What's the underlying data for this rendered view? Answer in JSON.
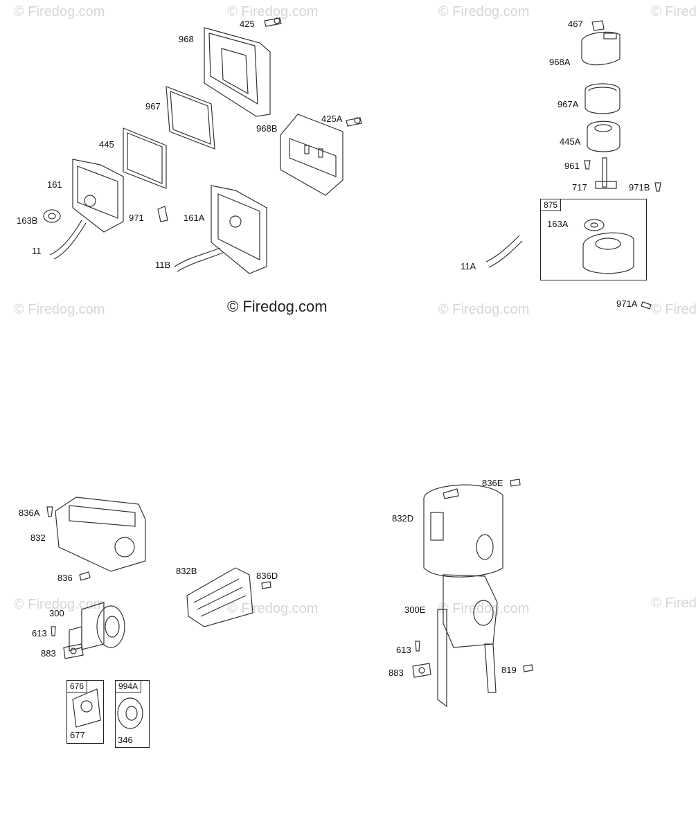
{
  "watermark": "© Firedog.com",
  "labels": {
    "p425": "425",
    "p968": "968",
    "p967": "967",
    "p968B": "968B",
    "p425A": "425A",
    "p445": "445",
    "p161": "161",
    "p163B": "163B",
    "p971": "971",
    "p161A": "161A",
    "p11": "11",
    "p11B": "11B",
    "p467": "467",
    "p968A": "968A",
    "p967A": "967A",
    "p445A": "445A",
    "p961": "961",
    "p717": "717",
    "p971B": "971B",
    "p875": "875",
    "p163A": "163A",
    "p11A": "11A",
    "p971A": "971A",
    "p836A": "836A",
    "p832": "832",
    "p836": "836",
    "p832B": "832B",
    "p836D": "836D",
    "p300": "300",
    "p613": "613",
    "p883": "883",
    "p676": "676",
    "p677": "677",
    "p994A": "994A",
    "p346": "346",
    "p836E": "836E",
    "p832D": "832D",
    "p300E": "300E",
    "p613b": "613",
    "p883b": "883",
    "p819": "819"
  }
}
